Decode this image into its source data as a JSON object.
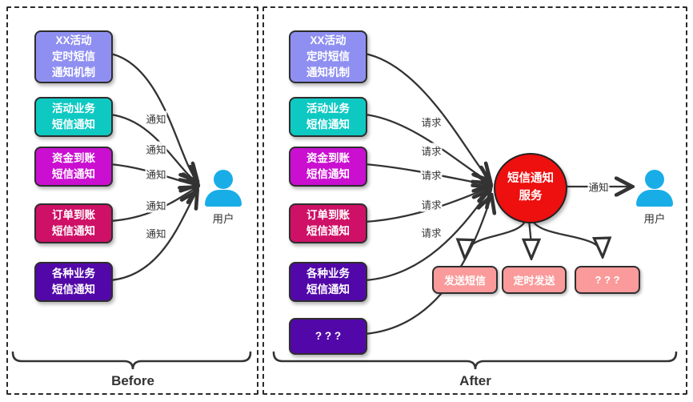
{
  "diagram": {
    "before": {
      "title": "Before",
      "boxes": [
        {
          "label": "XX活动\n定时短信\n通知机制",
          "color": "#8f8ff2"
        },
        {
          "label": "活动业务\n短信通知",
          "color": "#0ec9c2"
        },
        {
          "label": "资金到账\n短信通知",
          "color": "#ca0fd1"
        },
        {
          "label": "订单到账\n短信通知",
          "color": "#ce1166"
        },
        {
          "label": "各种业务\n短信通知",
          "color": "#5208a8"
        }
      ],
      "edge_labels": [
        "通知",
        "通知",
        "通知",
        "通知",
        "通知"
      ],
      "user_label": "用户"
    },
    "after": {
      "title": "After",
      "boxes": [
        {
          "label": "XX活动\n定时短信\n通知机制",
          "color": "#8f8ff2"
        },
        {
          "label": "活动业务\n短信通知",
          "color": "#0ec9c2"
        },
        {
          "label": "资金到账\n短信通知",
          "color": "#ca0fd1"
        },
        {
          "label": "订单到账\n短信通知",
          "color": "#ce1166"
        },
        {
          "label": "各种业务\n短信通知",
          "color": "#5208a8"
        },
        {
          "label": "? ? ?",
          "color": "#5208a8"
        }
      ],
      "edge_labels": [
        "请求",
        "请求",
        "请求",
        "请求",
        "请求"
      ],
      "service": {
        "label": "短信通知\n服务",
        "color": "#ee0f0f"
      },
      "service_edge_label": "通知",
      "capabilities": [
        {
          "label": "发送短信",
          "color": "#fa9a9a"
        },
        {
          "label": "定时发送",
          "color": "#fa9a9a"
        },
        {
          "label": "? ? ?",
          "color": "#fa9a9a"
        }
      ],
      "user_label": "用户"
    },
    "colors": {
      "line": "#333333",
      "panel_border": "#2b2b2b",
      "user_icon": "#19ade8",
      "label_text": "#333333"
    }
  }
}
